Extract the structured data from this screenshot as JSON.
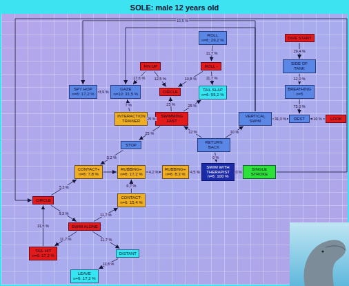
{
  "diagram": {
    "title": "SOLE: male 12 years old",
    "nodes": [
      {
        "text": [
          "ROLL",
          "n=6: 29,2 %"
        ]
      },
      {
        "text": [
          "DIVE START"
        ]
      },
      {
        "text": [
          "FIN UP"
        ]
      },
      {
        "text": [
          "ROLL -"
        ]
      },
      {
        "text": [
          "SIDE OF TANK"
        ]
      },
      {
        "text": [
          "SPY HOP",
          "n=6: 17,2 %"
        ]
      },
      {
        "text": [
          "GAZE",
          "n=10: 31,5 %"
        ]
      },
      {
        "text": [
          "CIRCLE"
        ]
      },
      {
        "text": [
          "TAIL SLAP",
          "n=6: 55,2 %"
        ]
      },
      {
        "text": [
          "BREATHING",
          "n=5"
        ]
      },
      {
        "text": [
          "INTERACTION TRAINER"
        ]
      },
      {
        "text": [
          "SWIMMING FAST"
        ]
      },
      {
        "text": [
          "VERTICAL SWIM"
        ]
      },
      {
        "text": [
          "REST"
        ]
      },
      {
        "text": [
          "LOOK"
        ]
      },
      {
        "text": [
          "STOP"
        ]
      },
      {
        "text": [
          "RETURN BACK"
        ]
      },
      {
        "text": [
          "CONTACT+",
          "n=6: 7,8 %"
        ]
      },
      {
        "text": [
          "RUBBING+",
          "n=6: 17,2 %"
        ]
      },
      {
        "text": [
          "RUBBING+",
          "n=6: 8,3 %"
        ]
      },
      {
        "text": [
          "SWIM WITH THERAPIST",
          "n=6: 100 %"
        ]
      },
      {
        "text": [
          "SINGLE STROKE"
        ]
      },
      {
        "text": [
          "CIRCLE"
        ]
      },
      {
        "text": [
          "CONTACT-",
          "n=6: 15,4 %"
        ]
      },
      {
        "text": [
          "SWIM ALONE"
        ]
      },
      {
        "text": [
          "TAIL HIT",
          "n=6: 17,2 %"
        ]
      },
      {
        "text": [
          "DISTANT"
        ]
      },
      {
        "text": [
          "LEAVE",
          "n=6: 17,2 %"
        ]
      }
    ],
    "edges": [
      {
        "from": 0,
        "to": 3,
        "label": "11,7 %",
        "arrow": "to"
      },
      {
        "from": 3,
        "to": 8,
        "label": "11,7 %",
        "arrow": "to"
      },
      {
        "from": 1,
        "to": 4,
        "label": "29,4 %",
        "arrow": "to"
      },
      {
        "from": 4,
        "to": 9,
        "label": "12,0 %",
        "arrow": "to"
      },
      {
        "from": 9,
        "to": 13,
        "label": "75,0 %",
        "arrow": "to"
      },
      {
        "from": 12,
        "to": 13,
        "label": "31,3 %",
        "arrow": "to"
      },
      {
        "from": 14,
        "to": 13,
        "label": "10 %",
        "arrow": "to"
      },
      {
        "from": 2,
        "to": 6,
        "label": "17,6 %",
        "arrow": "to"
      },
      {
        "from": 2,
        "to": 7,
        "label": "12,5 %",
        "arrow": "to"
      },
      {
        "from": 3,
        "to": 7,
        "label": "10,8 %",
        "arrow": "to"
      },
      {
        "from": 6,
        "to": 5,
        "label": "3,9 %",
        "arrow": "to"
      },
      {
        "from": 11,
        "to": 7,
        "label": "25 %",
        "arrow": "to"
      },
      {
        "from": 11,
        "to": 10,
        "label": "25 %",
        "arrow": "to"
      },
      {
        "from": 11,
        "to": 15,
        "label": "25 %",
        "arrow": "to"
      },
      {
        "from": 11,
        "to": 8,
        "label": "25 %",
        "arrow": "to"
      },
      {
        "from": 16,
        "to": 11,
        "label": "12 %",
        "arrow": "to"
      },
      {
        "from": 16,
        "to": 12,
        "label": "10 %",
        "arrow": "to"
      },
      {
        "from": 15,
        "to": 17,
        "label": "5,2 %",
        "arrow": "to"
      },
      {
        "from": 17,
        "to": 18,
        "arrow": "to"
      },
      {
        "from": 18,
        "to": 19,
        "label": "4,2 %",
        "arrow": "to"
      },
      {
        "from": 19,
        "to": 20,
        "label": "4,5 %",
        "arrow": "to"
      },
      {
        "from": 20,
        "to": 21,
        "label": "0 %",
        "arrow": "to"
      },
      {
        "from": 16,
        "to": 20,
        "label": "0 %",
        "arrow": "to"
      },
      {
        "from": 23,
        "to": 18,
        "label": "6,7 %",
        "arrow": "to"
      },
      {
        "from": 24,
        "to": 23,
        "label": "11,7 %",
        "arrow": "to"
      },
      {
        "from": 22,
        "to": 17,
        "label": "5,3 %",
        "arrow": "to"
      },
      {
        "from": 25,
        "to": 22,
        "label": "11,5 %",
        "arrow": "to"
      },
      {
        "from": 22,
        "to": 24,
        "label": "9,3 %",
        "arrow": "to"
      },
      {
        "from": 24,
        "to": 25,
        "label": "11,7 %",
        "arrow": "to"
      },
      {
        "from": 24,
        "to": 26,
        "label": "11,7 %",
        "arrow": "to"
      },
      {
        "from": 26,
        "to": 27,
        "label": "11,6 %",
        "arrow": "to"
      },
      {
        "from": 10,
        "to": 6,
        "label": "7 %",
        "arrow": "to"
      },
      {
        "from": 12,
        "to": 5,
        "label": "10,5 %",
        "arrow": "to"
      },
      {
        "from": 21,
        "to": 22,
        "arrow": "to"
      },
      {
        "from": 12,
        "to": 6,
        "arrow": "to"
      }
    ]
  }
}
